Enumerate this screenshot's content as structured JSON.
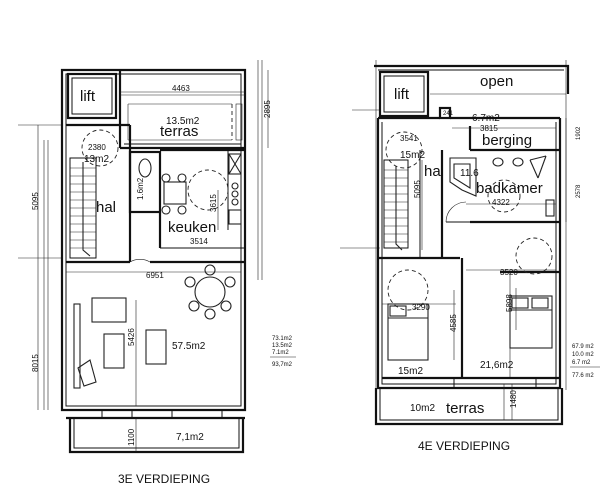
{
  "floor3": {
    "caption": "3E VERDIEPING",
    "rooms": {
      "lift": "lift",
      "terras_area": "13.5m2",
      "terras": "terras",
      "hal_area": "13m2",
      "hal": "hal",
      "toilet_area": "1.6m2",
      "keuken": "keuken",
      "living_area": "57.5m2",
      "balcony_area": "7,1m2"
    },
    "dims": {
      "d4463": "4463",
      "d2895": "2895",
      "d2380": "2380",
      "d5095": "5095",
      "d3615": "3615",
      "d3514": "3514",
      "d6951": "6951",
      "d8015": "8015",
      "d5426": "5426",
      "d1100": "1100"
    },
    "area_list": [
      "73.1m2",
      "13.5m2",
      "7.1m2",
      "93,7m2"
    ]
  },
  "floor4": {
    "caption": "4E VERDIEPING",
    "rooms": {
      "lift": "lift",
      "open": "open",
      "berging_area": "6.7m2",
      "berging": "berging",
      "hal_area": "15m2",
      "hal": "hal",
      "bad_area": "11.6",
      "badkamer": "badkamer",
      "bed1_area": "15m2",
      "bed2_area": "21,6m2",
      "terras_area": "10m2",
      "terras": "terras"
    },
    "dims": {
      "d241": "241",
      "d3815": "3815",
      "d1902": "1902",
      "d3541": "3541",
      "d5095": "5095",
      "d2578": "2578",
      "d4322": "4322",
      "d3520": "3520",
      "d3290": "3290",
      "d5898": "5898",
      "d4585": "4585",
      "d1480": "1480"
    },
    "area_list": [
      "67.9 m2",
      "10.0 m2",
      "6.7 m2",
      "77.6 m2"
    ]
  }
}
